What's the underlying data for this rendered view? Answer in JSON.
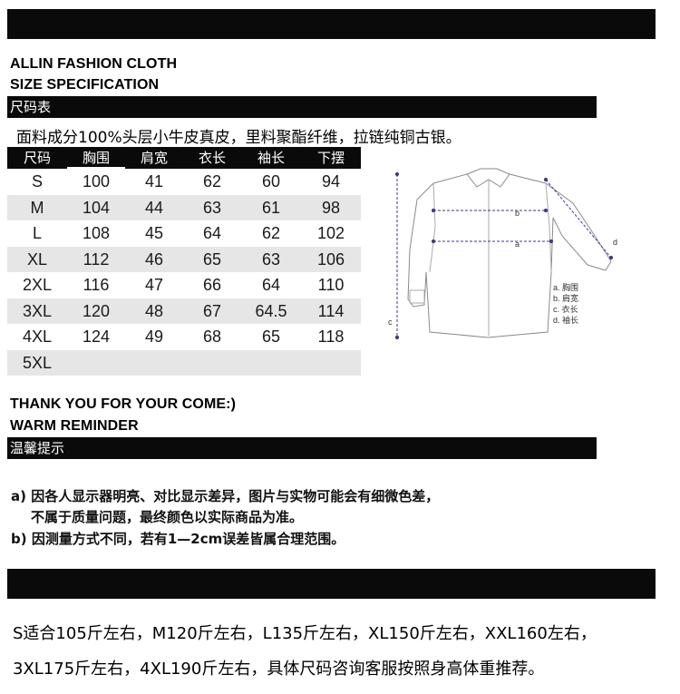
{
  "header": {
    "brand": "ALLIN FASHION CLOTH",
    "subtitle": "SIZE SPECIFICATION",
    "size_chart_label": "尺码表"
  },
  "material_note": "面料成分100%头层小牛皮真皮，里料聚酯纤维，拉链纯铜古银。",
  "size_table": {
    "columns": [
      "尺码",
      "胸围",
      "肩宽",
      "衣长",
      "袖长",
      "下摆"
    ],
    "rows": [
      [
        "S",
        "100",
        "41",
        "62",
        "60",
        "94"
      ],
      [
        "M",
        "104",
        "44",
        "63",
        "61",
        "98"
      ],
      [
        "L",
        "108",
        "45",
        "64",
        "62",
        "102"
      ],
      [
        "XL",
        "112",
        "46",
        "65",
        "63",
        "106"
      ],
      [
        "2XL",
        "116",
        "47",
        "66",
        "64",
        "110"
      ],
      [
        "3XL",
        "120",
        "48",
        "67",
        "64.5",
        "114"
      ],
      [
        "4XL",
        "124",
        "49",
        "68",
        "65",
        "118"
      ],
      [
        "5XL",
        "",
        "",
        "",
        "",
        ""
      ]
    ]
  },
  "diagram": {
    "labels": {
      "a": "a",
      "b": "b",
      "c": "c",
      "d": "d"
    },
    "legend": [
      "a. 胸围",
      "b. 肩宽",
      "c. 衣长",
      "d. 袖长"
    ],
    "line_color": "#3a3a8a"
  },
  "footer": {
    "thanks": "THANK YOU FOR YOUR COME:)",
    "warm_reminder": "WARM REMINDER",
    "reminder_label": "温馨提示",
    "note_a_1": "a) 因各人显示器明亮、对比显示差异，图片与实物可能会有细微色差，",
    "note_a_2": "不属于质量问题，最终颜色以实际商品为准。",
    "note_b": "b) 因测量方式不同，若有1—2cm误差皆属合理范围。"
  },
  "recommendation": {
    "line1": "S适合105斤左右，M120斤左右，L135斤左右，XL150斤左右，XXL160左右，",
    "line2": "3XL175斤左右，4XL190斤左右，具体尺码咨询客服按照身高体重推荐。"
  }
}
